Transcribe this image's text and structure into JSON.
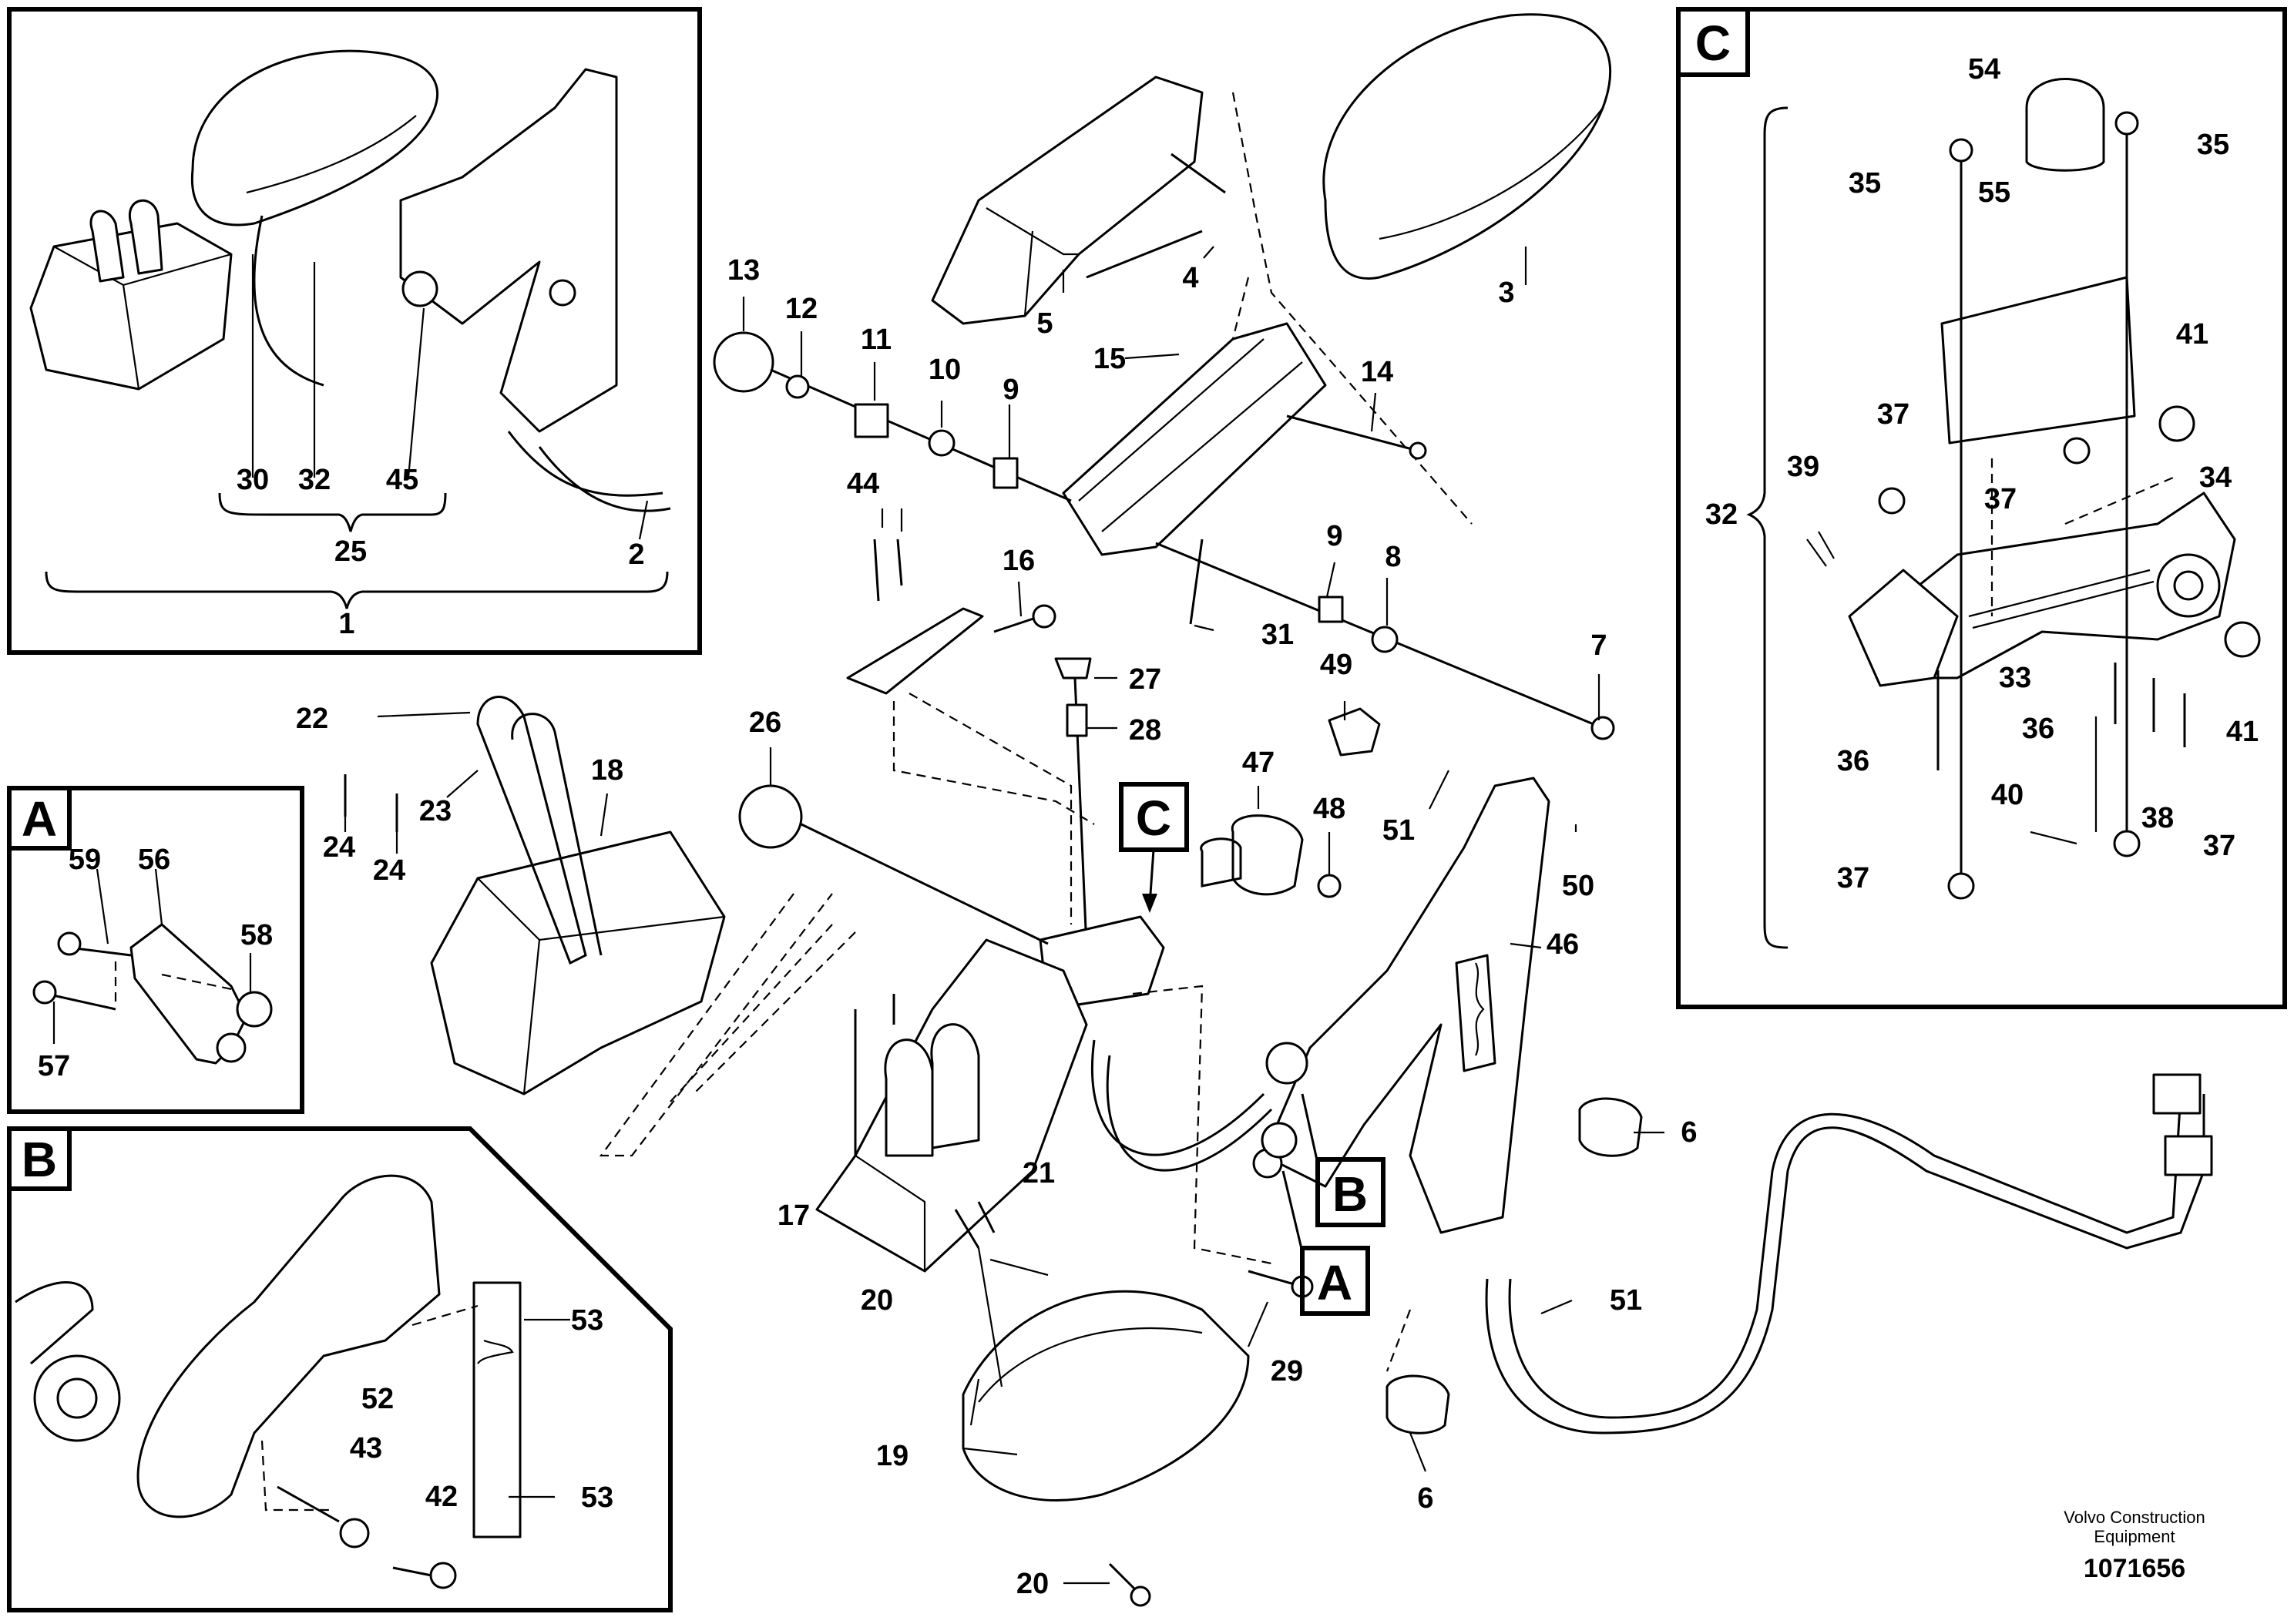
{
  "labels": {
    "inset_main": [
      "30",
      "32",
      "45",
      "25",
      "2",
      "1"
    ],
    "inset_a_title": "A",
    "inset_a": [
      "59",
      "56",
      "58",
      "57"
    ],
    "inset_b_title": "B",
    "inset_b": [
      "53",
      "52",
      "43",
      "42",
      "53"
    ],
    "inset_c_title": "C",
    "inset_c": [
      "54",
      "35",
      "55",
      "35",
      "41",
      "37",
      "37",
      "39",
      "32",
      "34",
      "33",
      "36",
      "36",
      "40",
      "38",
      "41",
      "37",
      "37"
    ],
    "main": [
      "13",
      "12",
      "11",
      "10",
      "9",
      "5",
      "4",
      "3",
      "15",
      "14",
      "44",
      "16",
      "9",
      "8",
      "31",
      "7",
      "27",
      "28",
      "22",
      "18",
      "24",
      "24",
      "23",
      "26",
      "47",
      "48",
      "49",
      "51",
      "50",
      "46",
      "17",
      "21",
      "20",
      "6",
      "6",
      "51",
      "29",
      "19",
      "20"
    ],
    "callout_c": "C",
    "callout_b": "B",
    "callout_a": "A"
  },
  "footer": {
    "company_line1": "Volvo Construction",
    "company_line2": "Equipment",
    "drawing_number": "1071656"
  }
}
